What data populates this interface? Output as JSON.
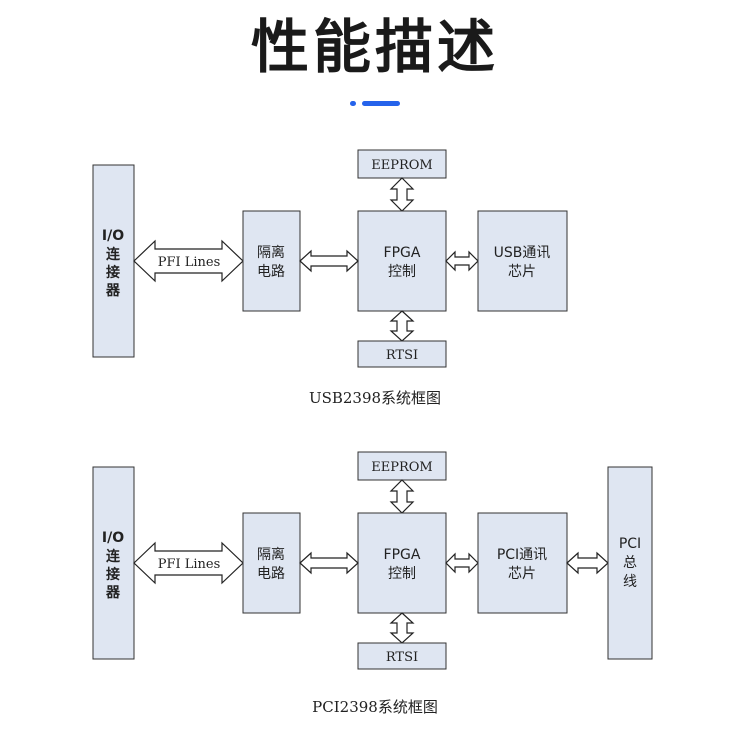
{
  "page": {
    "title": "性能描述",
    "accent_color": "#2563eb"
  },
  "diagrams": [
    {
      "eeprom": "EEPROM",
      "fpga": [
        "FPGA",
        "控制"
      ],
      "rtsi": "RTSI",
      "io": [
        "I/O",
        "连",
        "接",
        "器"
      ],
      "pfi_label": "PFI Lines",
      "isolation": [
        "隔离",
        "电路"
      ],
      "comm_chip": [
        "USB通讯",
        "芯片"
      ],
      "caption": "USB2398系统框图"
    },
    {
      "eeprom": "EEPROM",
      "fpga": [
        "FPGA",
        "控制"
      ],
      "rtsi": "RTSI",
      "io": [
        "I/O",
        "连",
        "接",
        "器"
      ],
      "pfi_label": "PFI Lines",
      "isolation": [
        "隔离",
        "电路"
      ],
      "comm_chip": [
        "PCI通讯",
        "芯片"
      ],
      "bus": [
        "PCI",
        "总",
        "线"
      ],
      "caption": "PCI2398系统框图"
    }
  ]
}
